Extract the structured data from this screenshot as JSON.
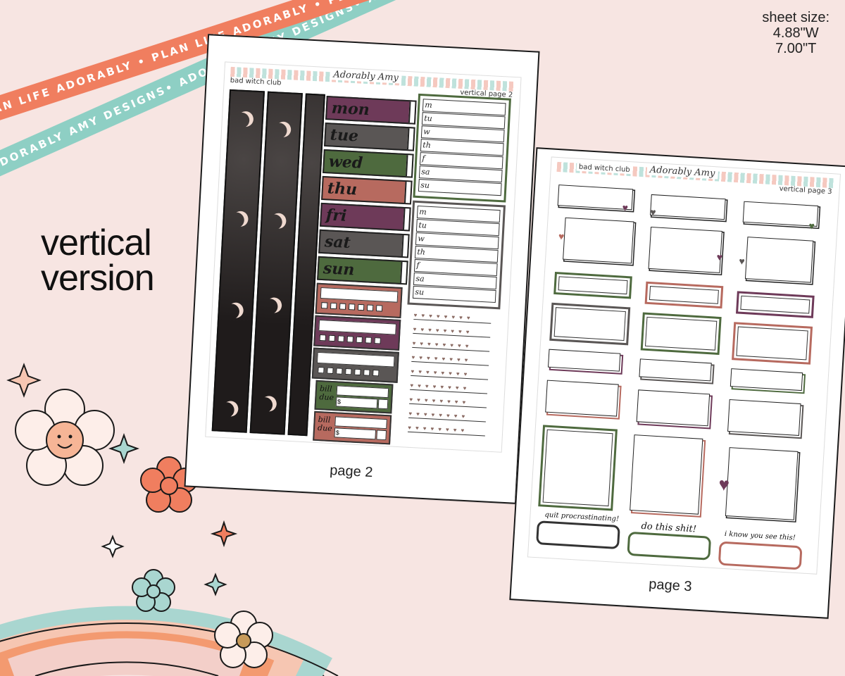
{
  "ribbons": {
    "coral_text": "PLAN LIFE ADORABLY • PLAN LIFE ADORABLY • PLAN LIFE ADORABLY •",
    "teal_text": "ADORABLY AMY DESIGNS• ADORABLY AMY DESIGNS• ADORABLY AMY DESIGNS•"
  },
  "sheet_size": {
    "label": "sheet size:",
    "width": "4.88\"W",
    "height": "7.00\"T"
  },
  "version": {
    "line1": "vertical",
    "line2": "version"
  },
  "page2": {
    "kit_name": "bad witch club",
    "brand": "Adorably Amy",
    "page_label": "vertical page 2",
    "caption": "page 2",
    "days": [
      "mon",
      "tue",
      "wed",
      "thu",
      "fri",
      "sat",
      "sun"
    ],
    "list_labels": [
      "m",
      "tu",
      "w",
      "th",
      "f",
      "sa",
      "su"
    ],
    "bill_label": "bill due",
    "dollar": "$"
  },
  "page3": {
    "kit_name": "bad witch club",
    "brand": "Adorably Amy",
    "page_label": "vertical page 3",
    "caption": "page 3",
    "banners": [
      "quit procrastinating!",
      "do this shit!",
      "i know you see this!"
    ]
  },
  "colors": {
    "plum": "#6e3a59",
    "charcoal": "#5a5655",
    "olive": "#4e6a3e",
    "rose": "#b76a5f",
    "coral": "#f07e5f",
    "teal": "#8ecfc4",
    "background": "#f7e5e2"
  }
}
